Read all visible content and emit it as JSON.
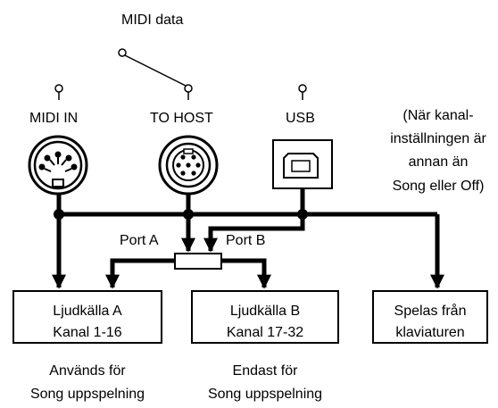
{
  "title": "MIDI data",
  "ports": {
    "midi_in": "MIDI IN",
    "to_host": "TO HOST",
    "usb": "USB"
  },
  "note": [
    "(När kanal-",
    "inställningen är",
    "annan än",
    "Song eller Off)"
  ],
  "port_labels": {
    "a": "Port A",
    "b": "Port B"
  },
  "boxes": {
    "a": [
      "Ljudkälla A",
      "Kanal 1-16"
    ],
    "b": [
      "Ljudkälla B",
      "Kanal 17-32"
    ],
    "c": [
      "Spelas från",
      "klaviaturen"
    ]
  },
  "captions": {
    "a": [
      "Används för",
      "Song uppspelning"
    ],
    "b": [
      "Endast för",
      "Song uppspelning"
    ]
  },
  "colors": {
    "line": "#000000",
    "background": "#ffffff"
  }
}
